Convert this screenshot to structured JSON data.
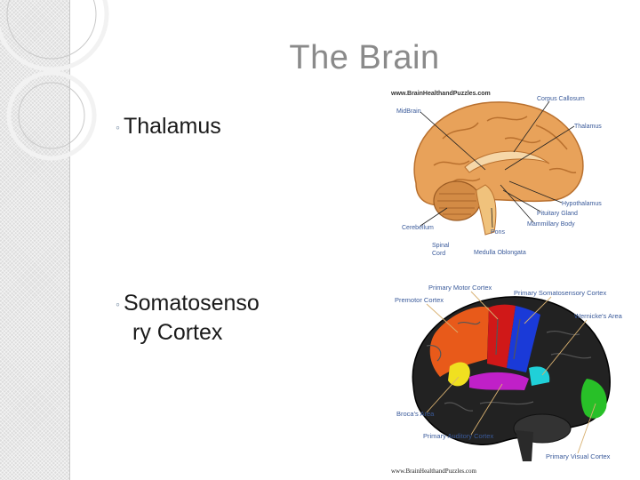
{
  "slide": {
    "title": "The Brain",
    "bullets": [
      {
        "text": "Thalamus"
      },
      {
        "line1": "Somatosenso",
        "line2": "ry Cortex"
      }
    ]
  },
  "figure_top": {
    "watermark": "www.BrainHealthandPuzzles.com",
    "labels": {
      "midbrain": "MidBrain",
      "corpus": "Corpus Callosum",
      "thalamus": "Thalamus",
      "hypothalamus": "Hypothalamus",
      "pituitary": "Pituitary Gland",
      "mammillary": "Mammillary Body",
      "cerebellum": "Cerebellum",
      "pons": "Pons",
      "spinal1": "Spinal",
      "spinal2": "Cord",
      "medulla": "Medulla Oblongata"
    }
  },
  "figure_bottom": {
    "watermark": "www.BrainHealthandPuzzles.com",
    "labels": {
      "motor": "Primary Motor Cortex",
      "somato": "Primary Somatosensory Cortex",
      "premotor": "Premotor Cortex",
      "wernicke": "Wernicke's Area",
      "broca": "Broca's Area",
      "auditory": "Primary Auditory Cortex",
      "visual": "Primary Visual Cortex"
    }
  },
  "colors": {
    "title": "#8a8a8a",
    "brain_tan": "#e8a25a",
    "label_blue": "#3a5a9a"
  }
}
